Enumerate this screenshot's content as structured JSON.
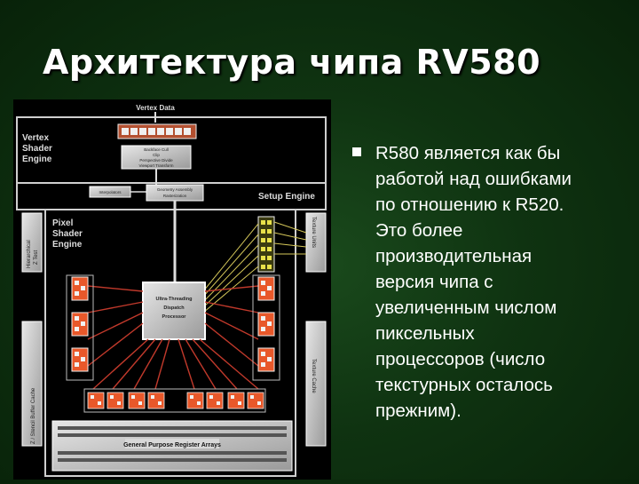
{
  "slide": {
    "title": "Архитектура чипа RV580",
    "bullet_text": "R580 является как бы\nработой над ошибками\nпо отношению к R520.\nЭто более\nпроизводительная\nверсия чипа с\nувеличенным числом\nпиксельных\nпроцессоров (число\nтекстурных осталось\nпрежним)."
  },
  "diagram": {
    "vertex_data": "Vertex Data",
    "vertex_shader_engine": [
      "Vertex",
      "Shader",
      "Engine"
    ],
    "backface_lines": [
      "Backface Cull",
      "Clip",
      "Perspective Divide",
      "Viewport Transform"
    ],
    "interpolators": "Interpolators",
    "geometry_lines": [
      "Geometry Assembly",
      "Rasterization"
    ],
    "setup_engine": "Setup Engine",
    "pixel_shader_engine": [
      "Pixel",
      "Shader",
      "Engine"
    ],
    "hierarchical_z": [
      "Hierarchical",
      "Z Test"
    ],
    "texture_units": "Texture Units",
    "dispatch": [
      "Ultra-Threading",
      "Dispatch",
      "Processor"
    ],
    "stencil_cache": "Z / Stencil Buffer Cache",
    "texture_cache": "Texture Cache",
    "register_arrays": "General Purpose Register Arrays"
  },
  "colors": {
    "background": "#0f3311",
    "unit_orange": "#e8582a",
    "texture_yellow": "#e8e04a",
    "ray_red": "#c0392b"
  }
}
